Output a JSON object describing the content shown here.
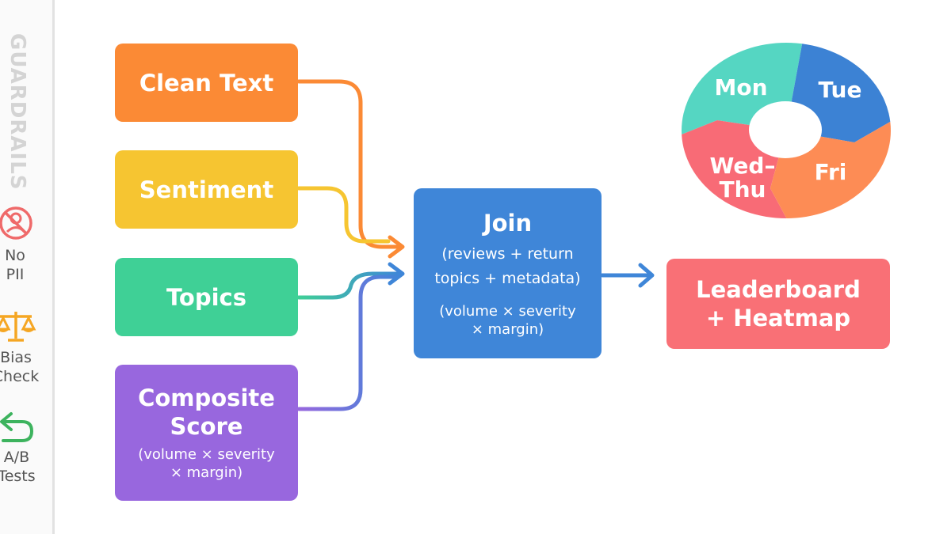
{
  "sidebar": {
    "title": "GUARDRAILS",
    "items": [
      {
        "icon": "no-pii-icon",
        "label_lines": [
          "No",
          "PII"
        ]
      },
      {
        "icon": "scales-icon",
        "label_lines": [
          "Bias",
          "Check"
        ]
      },
      {
        "icon": "undo-arrow-icon",
        "label_lines": [
          "A/B",
          "Tests"
        ]
      }
    ]
  },
  "nodes": {
    "clean_text": {
      "label": "Clean Text",
      "color": "#FB8A35"
    },
    "sentiment": {
      "label": "Sentiment",
      "color": "#F6C531"
    },
    "topics": {
      "label": "Topics",
      "color": "#3FD096"
    },
    "composite": {
      "title_lines": [
        "Composite",
        "Score"
      ],
      "sub_lines": [
        "(volume × severity",
        "× margin)"
      ],
      "color": "#9867DE"
    },
    "join": {
      "title": "Join",
      "lines": [
        "(reviews + return",
        "topics + metadata)"
      ],
      "sub_lines": [
        "(volume × severity",
        "× margin)"
      ],
      "color": "#3F86D8"
    },
    "output": {
      "title_lines": [
        "Leaderboard",
        "+ Heatmap"
      ],
      "color": "#F97076"
    }
  },
  "donut": {
    "segments": [
      {
        "label": "Mon",
        "color": "#55D6C2"
      },
      {
        "label": "Tue",
        "color": "#3C82D4"
      },
      {
        "label_lines": [
          "Wed–",
          "Thu"
        ],
        "color": "#F86B76"
      },
      {
        "label": "Fri",
        "color": "#FD8C55"
      }
    ]
  }
}
